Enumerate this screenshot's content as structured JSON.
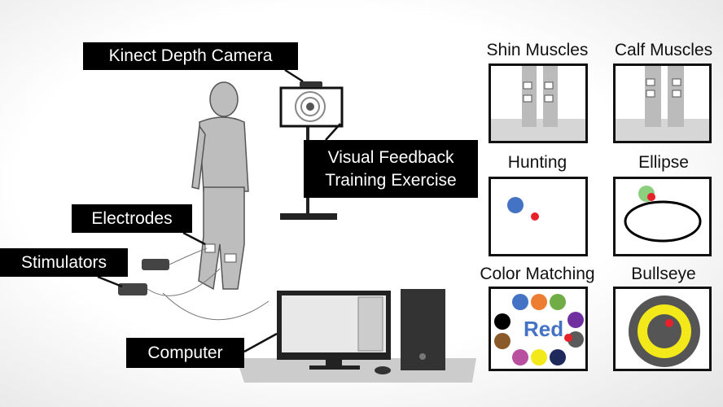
{
  "labels": {
    "kinect": "Kinect Depth Camera",
    "visual_feedback_line1": "Visual Feedback",
    "visual_feedback_line2": "Training Exercise",
    "electrodes": "Electrodes",
    "stimulators": "Stimulators",
    "computer": "Computer"
  },
  "panels": {
    "shin": "Shin Muscles",
    "calf": "Calf Muscles",
    "hunting": "Hunting",
    "ellipse": "Ellipse",
    "color_matching": "Color Matching",
    "bullseye": "Bullseye",
    "color_word": "Red"
  },
  "colors": {
    "label_bg": "#000000",
    "target_red": "#e8202a",
    "bullseye_yellow": "#f2e81a",
    "bullseye_gray": "#555555",
    "circles": [
      "#4472c4",
      "#ed7d31",
      "#70ad47",
      "#000000",
      "#7030a0",
      "#8b5a2b",
      "#5a5a5a",
      "#b84f9f",
      "#f2e81a",
      "#1f2a5c"
    ]
  }
}
